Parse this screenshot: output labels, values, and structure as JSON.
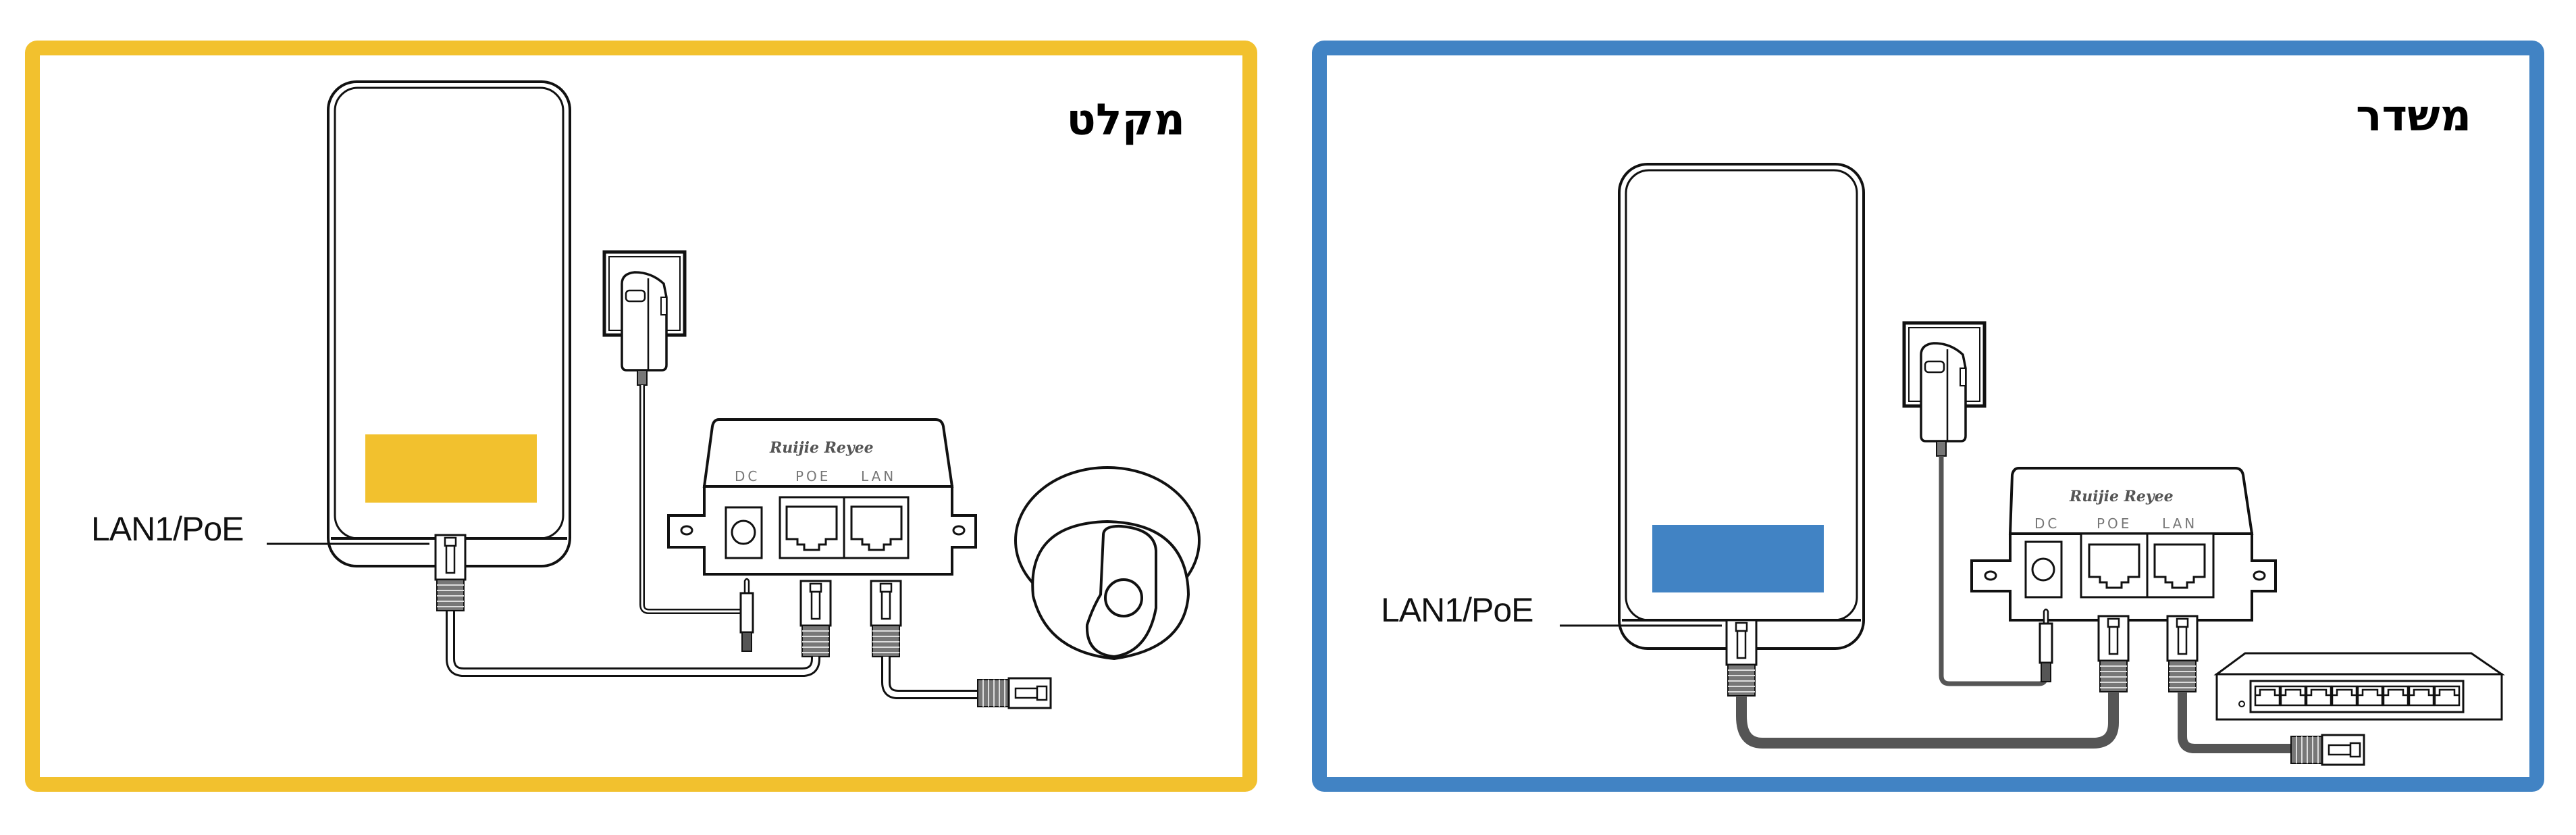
{
  "colors": {
    "receiver_accent": "#F2C12E",
    "transmitter_accent": "#4183C4",
    "line": "#111111",
    "cable_dark": "#555555"
  },
  "panels": {
    "receiver": {
      "title": "מקלט",
      "accent_color": "#F2C12E",
      "antenna_port_label": "LAN1/PoE",
      "injector": {
        "brand": "Ruijie Reyee",
        "ports": [
          "DC",
          "POE",
          "LAN"
        ]
      },
      "end_device": "dome-camera",
      "cable_style": "outlined"
    },
    "transmitter": {
      "title": "משדר",
      "accent_color": "#4183C4",
      "antenna_port_label": "LAN1/PoE",
      "injector": {
        "brand": "Ruijie Reyee",
        "ports": [
          "DC",
          "POE",
          "LAN"
        ]
      },
      "end_device": "network-switch",
      "switch_port_count": 8,
      "cable_style": "solid-dark"
    }
  },
  "icons": {
    "antenna": "outdoor-cpe-antenna",
    "outlet": "wall-outlet",
    "adapter": "power-adapter",
    "injector": "poe-injector",
    "camera": "dome-camera",
    "switch": "network-switch",
    "rj45": "rj45-connector",
    "dc_plug": "dc-plug"
  }
}
